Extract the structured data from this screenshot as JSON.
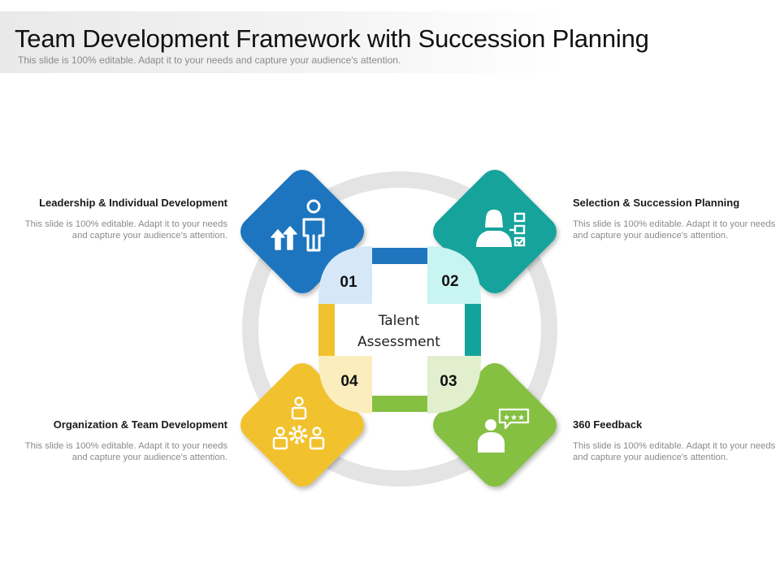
{
  "title": "Team Development Framework with Succession Planning",
  "subtitle": "This slide is 100% editable. Adapt it to your needs and capture your audience's attention.",
  "center_label": [
    "Talent",
    "Assessment"
  ],
  "colors": {
    "blue": "#1F75BE",
    "teal": "#14A39B",
    "green": "#86C043",
    "yellow": "#F1C22F",
    "ring": "#E4E4E4"
  },
  "steps": [
    {
      "number": "01",
      "heading": "Leadership & Individual Development",
      "text": "This slide is 100% editable. Adapt it to your needs and capture your audience's attention.",
      "icon": "growth-person-icon"
    },
    {
      "number": "02",
      "heading": "Selection & Succession Planning",
      "text": "This slide is 100% editable. Adapt it to your needs and capture your audience's attention.",
      "icon": "candidate-checklist-icon"
    },
    {
      "number": "03",
      "heading": "360 Feedback",
      "text": "This slide is 100% editable. Adapt it to your needs and capture your audience's attention.",
      "icon": "feedback-rating-icon"
    },
    {
      "number": "04",
      "heading": "Organization & Team Development",
      "text": "This slide is 100% editable. Adapt it to your needs and capture your audience's attention.",
      "icon": "team-gear-icon"
    }
  ]
}
